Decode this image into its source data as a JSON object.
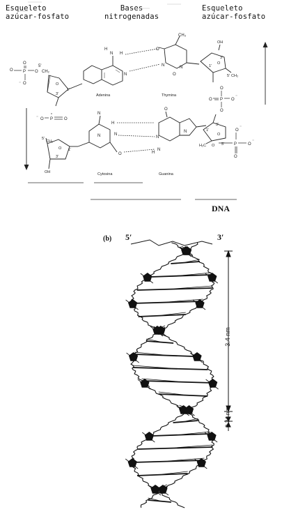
{
  "top_figure": {
    "left_header": [
      "Esqueleto",
      "azúcar-fosfato"
    ],
    "center_header": [
      "Bases",
      "nitrogenadas"
    ],
    "right_header": [
      "Esqueleto",
      "azúcar-fosfato"
    ],
    "base_labels": {
      "adenine": "Adenina",
      "thymine": "Thymina",
      "cytosine": "Cytosina",
      "guanine": "Guanina"
    },
    "caption": "DNA"
  },
  "bottom_figure": {
    "panel_label": "(b)",
    "end_5": "5′",
    "end_3": "3′",
    "pitch_label": "3.4 nm",
    "rise_label": "0.34 nm"
  }
}
